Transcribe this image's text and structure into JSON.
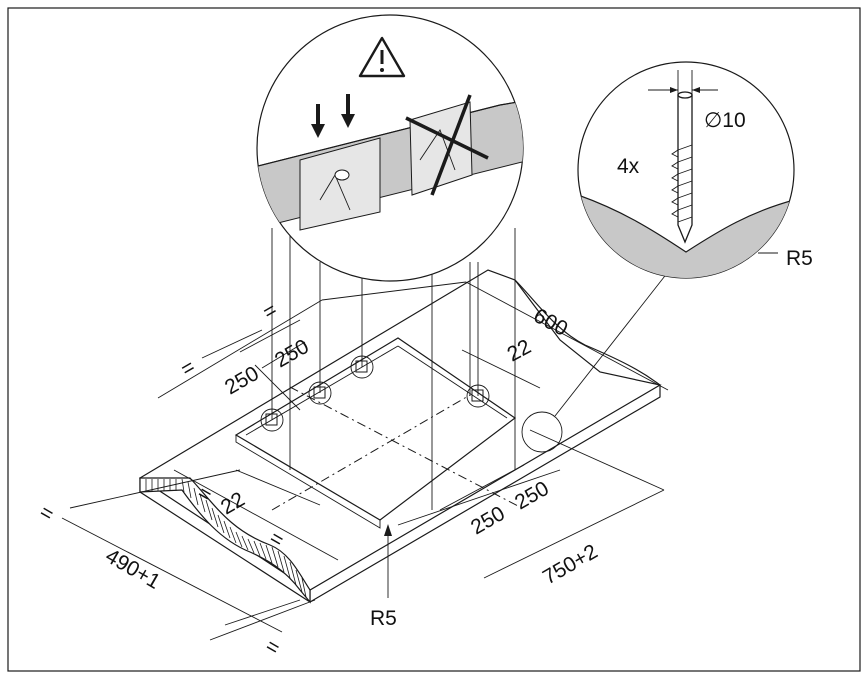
{
  "diagram": {
    "colors": {
      "stroke": "#1a1a1a",
      "counter_edge_fill": "#c8c8c8",
      "detail_fill": "#e6e6e6",
      "background": "#ffffff"
    },
    "labels": {
      "width_total": "750+2",
      "depth_total": "490+1",
      "depth_cutout": "600",
      "spacing_a": "250",
      "spacing_b": "250",
      "spacing_c": "250",
      "spacing_d": "250",
      "offset_top": "22",
      "offset_front": "22",
      "equal": "=",
      "radius_front": "R5",
      "radius_detail": "R5",
      "screw_count": "4x",
      "diameter": "∅10"
    },
    "icons": [
      "warning-icon",
      "arrow-down-icon",
      "cross-out-icon",
      "screw-icon",
      "clip-bracket-icon"
    ]
  }
}
